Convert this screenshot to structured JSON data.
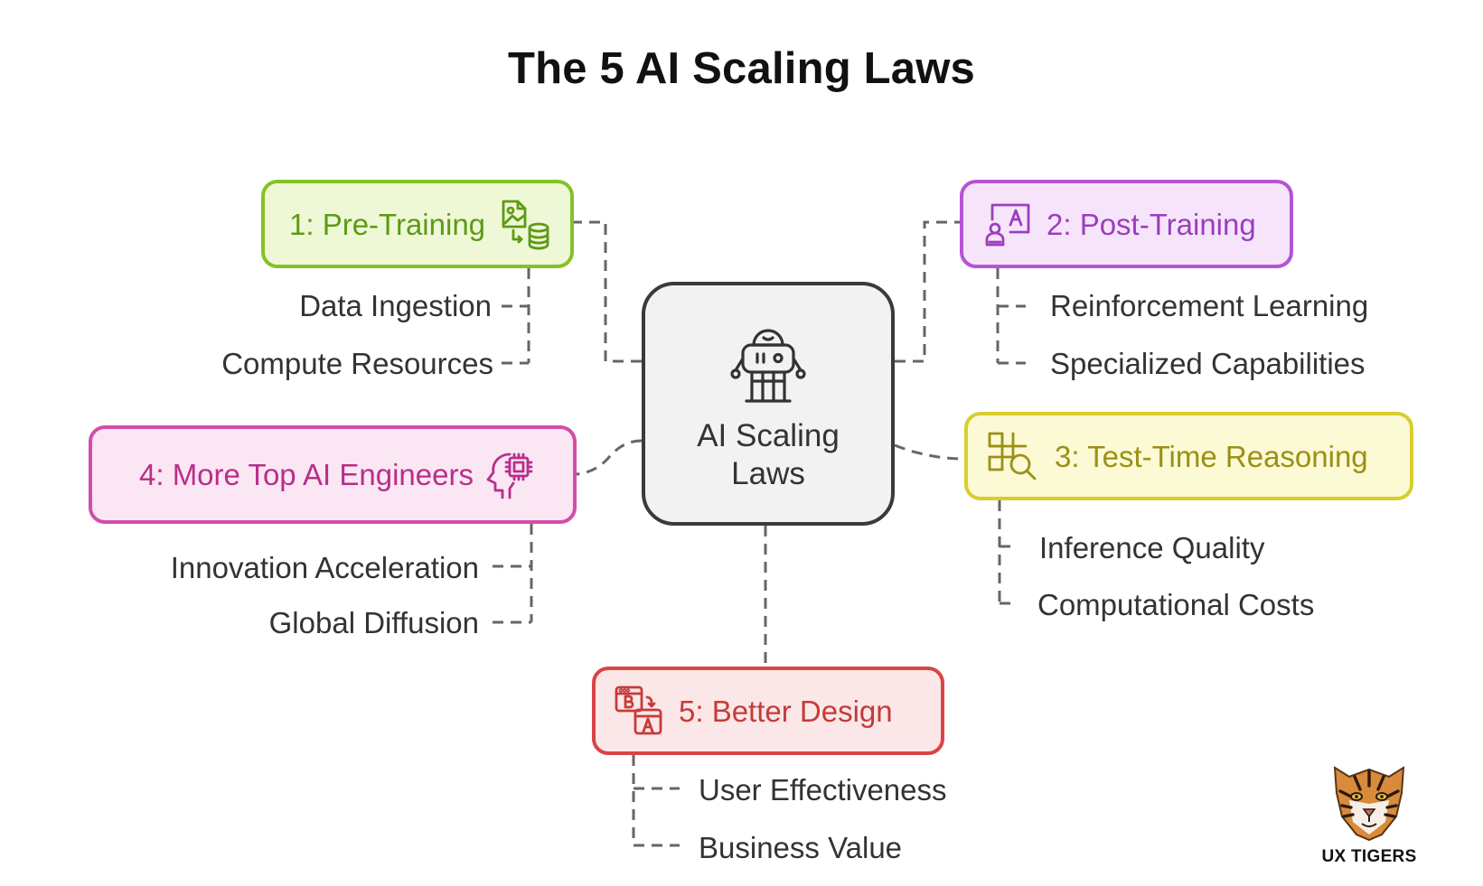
{
  "title": "The 5 AI Scaling Laws",
  "center": {
    "label": "AI Scaling Laws",
    "icon": "robot-icon"
  },
  "laws": [
    {
      "label": "1: Pre-Training",
      "color": "#86c126",
      "icon": "image-to-database-icon",
      "items": [
        "Data Ingestion",
        "Compute Resources"
      ]
    },
    {
      "label": "2: Post-Training",
      "color": "#b652d6",
      "icon": "person-and-image-icon",
      "items": [
        "Reinforcement Learning",
        "Specialized Capabilities"
      ]
    },
    {
      "label": "3: Test-Time Reasoning",
      "color": "#d9cd2e",
      "icon": "grid-magnifier-icon",
      "items": [
        "Inference Quality",
        "Computational Costs"
      ]
    },
    {
      "label": "4: More Top AI Engineers",
      "color": "#d34da9",
      "icon": "brain-chip-icon",
      "items": [
        "Innovation Acceleration",
        "Global Diffusion"
      ]
    },
    {
      "label": "5: Better Design",
      "color": "#d94444",
      "icon": "ab-test-icon",
      "items": [
        "User Effectiveness",
        "Business Value"
      ]
    }
  ],
  "branding": {
    "label": "UX TIGERS",
    "icon": "tiger-head-icon"
  }
}
